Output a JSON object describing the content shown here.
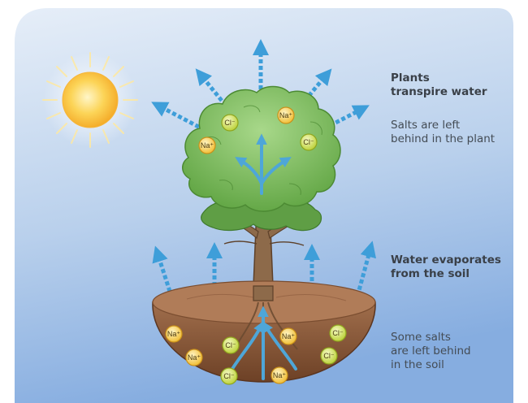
{
  "labels": {
    "transpire_title_line1": "Plants",
    "transpire_title_line2": "transpire water",
    "plant_salts_line1": "Salts are left",
    "plant_salts_line2": "behind in the plant",
    "evaporate_title_line1": "Water evaporates",
    "evaporate_title_line2": "from the soil",
    "soil_salts_line1": "Some salts",
    "soil_salts_line2": "are left behind",
    "soil_salts_line3": "in the soil"
  },
  "ions": {
    "sodium": "Na⁺",
    "chloride": "Cl⁻"
  },
  "colors": {
    "sky_top": "#dbe8f6",
    "sky_bottom": "#8fb4e0",
    "arrow": "#3e9ed9",
    "sodium_ion": "#f5cc4a",
    "chloride_ion": "#cfe04f",
    "foliage": "#7fbf5a",
    "soil": "#8a5a3c"
  },
  "icons": [
    "sun-icon",
    "tree-icon",
    "soil-bowl-icon"
  ]
}
